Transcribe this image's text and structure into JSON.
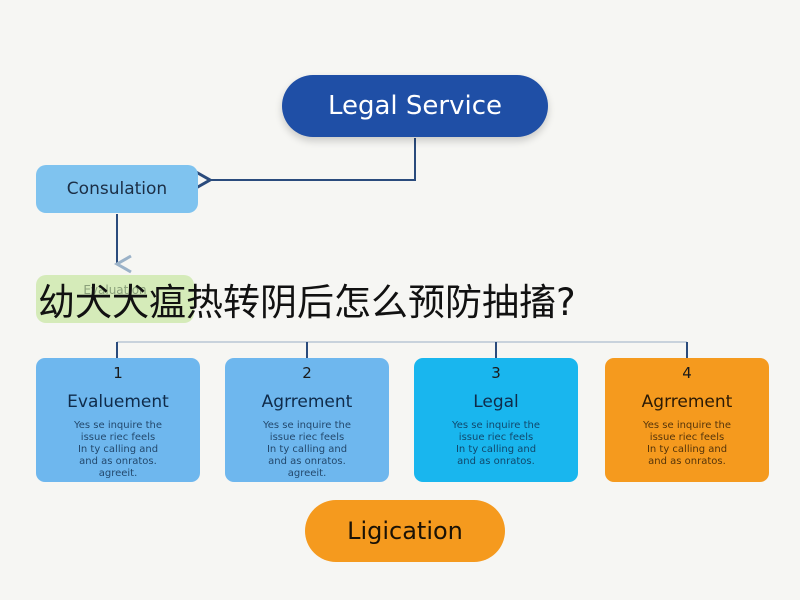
{
  "diagram": {
    "top_node": "Legal Service",
    "consultation_node": "Consulation",
    "hidden_node_label": "Evaluation",
    "cards": [
      {
        "number": "1",
        "title": "Evaluement",
        "body": "Yes se inquire the\nissue riec feels\nIn ty calling and\nand as onratos.\nagreeit."
      },
      {
        "number": "2",
        "title": "Agrrement",
        "body": "Yes se inquire the\nissue riec feels\nIn ty calling and\nand as onratos.\nagreeit."
      },
      {
        "number": "3",
        "title": "Legal",
        "body": "Yes se inquire the\nissue riec feels\nIn ty calling and\nand as onratos."
      },
      {
        "number": "4",
        "title": "Agrrement",
        "body": "Yes se inquire the\nissue riec feels\nIn ty calling and\nand as onratos."
      }
    ],
    "bottom_node": "Ligication"
  },
  "overlay": {
    "title": "幼犬犬瘟热转阴后怎么预防抽搐?"
  },
  "colors": {
    "background": "#f6f6f3",
    "dark_blue": "#1f4fa6",
    "light_blue": "#6eb7ee",
    "cyan": "#19b6ee",
    "orange": "#f59a1e",
    "light_green": "#d5ebb9",
    "connector": "#2a4b7c"
  }
}
